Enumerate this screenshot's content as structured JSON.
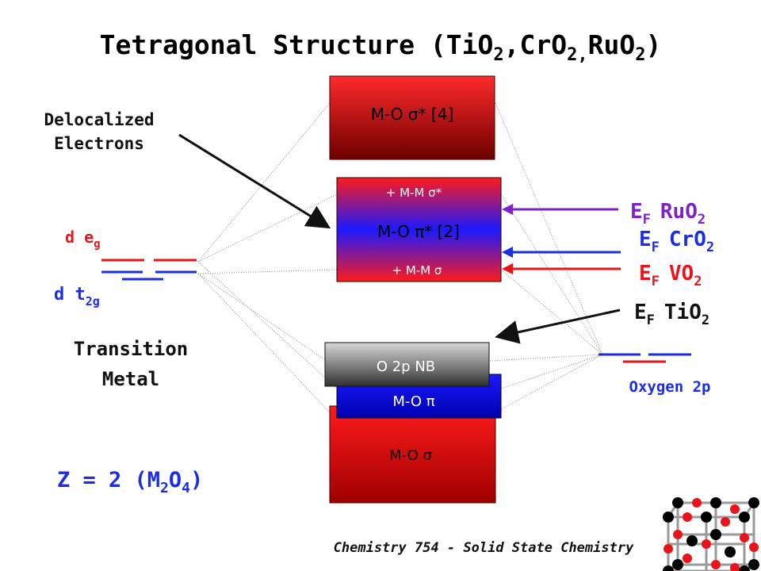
{
  "title": {
    "prefix": "Tetragonal Structure (TiO",
    "sub1": "2",
    "mid1": ",CrO",
    "sub2": "2,",
    "mid2": "RuO",
    "sub3": "2",
    "suffix": ")"
  },
  "left": {
    "delocalized_line1": "Delocalized",
    "delocalized_line2": "Electrons",
    "deg_main": "d e",
    "deg_sub": "g",
    "dt2g_main": "d t",
    "dt2g_sub": "2g",
    "tm_line1": "Transition",
    "tm_line2": "Metal",
    "z_main": "Z = 2 (M",
    "z_sub1": "2",
    "z_mid": "O",
    "z_sub2": "4",
    "z_end": ")"
  },
  "boxes": {
    "mo_sigma_star": "M-O σ* [4]",
    "mm_sigma_star": "+ M-M σ*",
    "mo_pi_star": "M-O π* [2]",
    "mm_sigma": "+ M-M σ",
    "o2p_nb": "O 2p NB",
    "mo_pi": "M-O π",
    "mo_sigma": "M-O σ"
  },
  "fermi_levels": [
    {
      "main": "E",
      "sub": "F",
      "compound": "RuO",
      "csub": "2",
      "color": "#7b22c8"
    },
    {
      "main": "E",
      "sub": "F",
      "compound": "CrO",
      "csub": "2",
      "color": "#1a2ee6"
    },
    {
      "main": "E",
      "sub": "F",
      "compound": "VO",
      "csub": "2",
      "color": "#e8141a"
    },
    {
      "main": "E",
      "sub": "F",
      "compound": "TiO",
      "csub": "2",
      "color": "#111111"
    }
  ],
  "right": {
    "oxygen_2p": "Oxygen 2p"
  },
  "footer": "Chemistry 754 - Solid State Chemistry",
  "colors": {
    "red": "#e8141a",
    "blue": "#1a2ee6",
    "purple": "#7b22c8",
    "text_dark": "#111111"
  }
}
